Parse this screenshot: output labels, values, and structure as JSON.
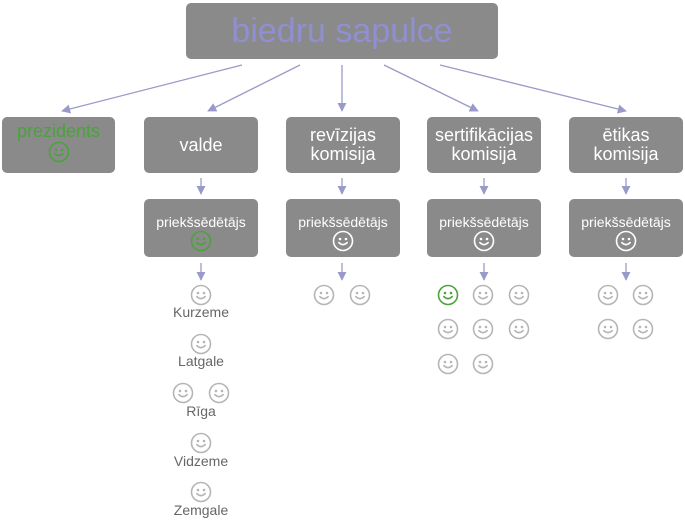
{
  "colors": {
    "box": "#8a8a8a",
    "root_text": "#8f8fd2",
    "box_text": "#ffffff",
    "highlight": "#4aa33a",
    "face_gray": "#b5b5b5",
    "face_white": "#ffffff",
    "arrow": "#9a9ac8",
    "region_text": "#666666"
  },
  "root": {
    "label": "biedru sapulce"
  },
  "units": [
    {
      "id": "prezidents",
      "label": "prezidents",
      "icon": "smiley-icon",
      "highlighted": true
    },
    {
      "id": "valde",
      "label": "valde",
      "chair": {
        "label": "priekšsēdētājs",
        "icon": "smiley-icon",
        "highlighted": true
      },
      "regions": [
        {
          "name": "Kurzeme",
          "members": 1
        },
        {
          "name": "Latgale",
          "members": 1
        },
        {
          "name": "Rīga",
          "members": 2
        },
        {
          "name": "Vidzeme",
          "members": 1
        },
        {
          "name": "Zemgale",
          "members": 1
        }
      ]
    },
    {
      "id": "revizijas",
      "label_lines": [
        "revīzijas",
        "komisija"
      ],
      "chair": {
        "label": "priekšsēdētājs",
        "icon": "smiley-icon"
      },
      "members": 2
    },
    {
      "id": "sertifikacijas",
      "label_lines": [
        "sertifikācijas",
        "komisija"
      ],
      "chair": {
        "label": "priekšsēdētājs",
        "icon": "smiley-icon"
      },
      "members": 8,
      "highlighted_member": 1
    },
    {
      "id": "etikas",
      "label_lines": [
        "ētikas",
        "komisija"
      ],
      "chair": {
        "label": "priekšsēdētājs",
        "icon": "smiley-icon"
      },
      "members": 4
    }
  ]
}
